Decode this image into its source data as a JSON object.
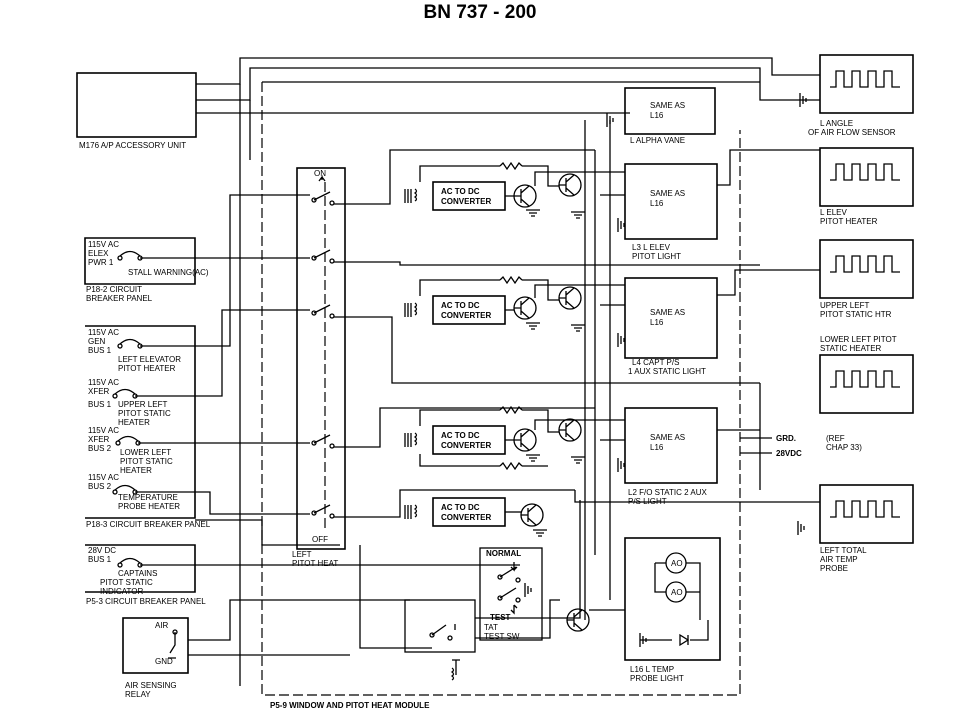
{
  "title": "BN 737 - 200",
  "labels": {
    "accessory_unit": "M176 A/P ACCESSORY UNIT",
    "alpha_same": "SAME AS",
    "alpha_l16": "L16",
    "alpha_vane": "L ALPHA VANE",
    "angle_1": "L ANGLE",
    "angle_2": "OF AIR FLOW SENSOR",
    "elev_htr_1": "L ELEV",
    "elev_htr_2": "PITOT HEATER",
    "upper_htr_1": "UPPER LEFT",
    "upper_htr_2": "PITOT STATIC HTR",
    "lower_htr_1": "LOWER LEFT PITOT",
    "lower_htr_2": "STATIC HEATER",
    "tat_probe_1": "LEFT TOTAL",
    "tat_probe_2": "AIR TEMP",
    "tat_probe_3": "PROBE",
    "sw_on": "ON",
    "sw_off": "OFF",
    "left_pitot_1": "LEFT",
    "left_pitot_2": "PITOT HEAT",
    "elex_115": "115V AC",
    "elex_name": "ELEX",
    "elex_pwr": "PWR 1",
    "stall_warning": "STALL WARNING(AC)",
    "p18_2_1": "P18-2 CIRCUIT",
    "p18_2_2": "BREAKER PANEL",
    "gen1_115": "115V AC",
    "gen1_name": "GEN",
    "gen1_bus": "BUS 1",
    "gen1_desc_1": "LEFT ELEVATOR",
    "gen1_desc_2": "PITOT HEATER",
    "xfer1_115": "115V AC",
    "xfer1_name": "XFER",
    "xfer1_bus": "BUS 1",
    "xfer1_desc_1": "UPPER LEFT",
    "xfer1_desc_2": "PITOT STATIC",
    "xfer1_desc_3": "HEATER",
    "xfer2_115": "115V AC",
    "xfer2_name": "XFER",
    "xfer2_bus": "BUS 2",
    "xfer2_desc_1": "LOWER LEFT",
    "xfer2_desc_2": "PITOT STATIC",
    "xfer2_desc_3": "HEATER",
    "bus2_115": "115V AC",
    "bus2_name": "BUS 2",
    "bus2_desc_1": "TEMPERATURE",
    "bus2_desc_2": "PROBE HEATER",
    "p18_3": "P18-3 CIRCUIT BREAKER PANEL",
    "dc28": "28V DC",
    "dc_bus": "BUS 1",
    "capt_1": "CAPTAINS",
    "capt_2": "PITOT STATIC",
    "capt_3": "INDICATOR",
    "p5_3": "P5-3 CIRCUIT BREAKER PANEL",
    "relay_air": "AIR",
    "relay_gnd": "GND",
    "relay_1": "AIR SENSING",
    "relay_2": "RELAY",
    "conv_1a": "AC TO DC",
    "conv_1b": "CONVERTER",
    "conv_2a": "AC TO DC",
    "conv_2b": "CONVERTER",
    "conv_3a": "AC TO DC",
    "conv_3b": "CONVERTER",
    "conv_4a": "AC TO DC",
    "conv_4b": "CONVERTER",
    "l3_same": "SAME AS",
    "l3_l16": "L16",
    "l3_cap_1": "L3 L ELEV",
    "l3_cap_2": "PITOT LIGHT",
    "l4_same": "SAME AS",
    "l4_l16": "L16",
    "l4_cap_1": "L4 CAPT P/S",
    "l4_cap_2": "1 AUX STATIC LIGHT",
    "l2_same": "SAME AS",
    "l2_l16": "L16",
    "l2_cap_1": "L2 F/O STATIC 2 AUX",
    "l2_cap_2": "P/S LIGHT",
    "grd": "GRD.",
    "vdc28": "28VDC",
    "ref_1": "(REF",
    "ref_2": "CHAP 33)",
    "normal": "NORMAL",
    "test": "TEST",
    "tat_1": "TAT",
    "tat_2": "TEST SW",
    "l16_1": "L16 L TEMP",
    "l16_2": "PROBE LIGHT",
    "module": "P5-9 WINDOW AND PITOT HEAT MODULE"
  }
}
